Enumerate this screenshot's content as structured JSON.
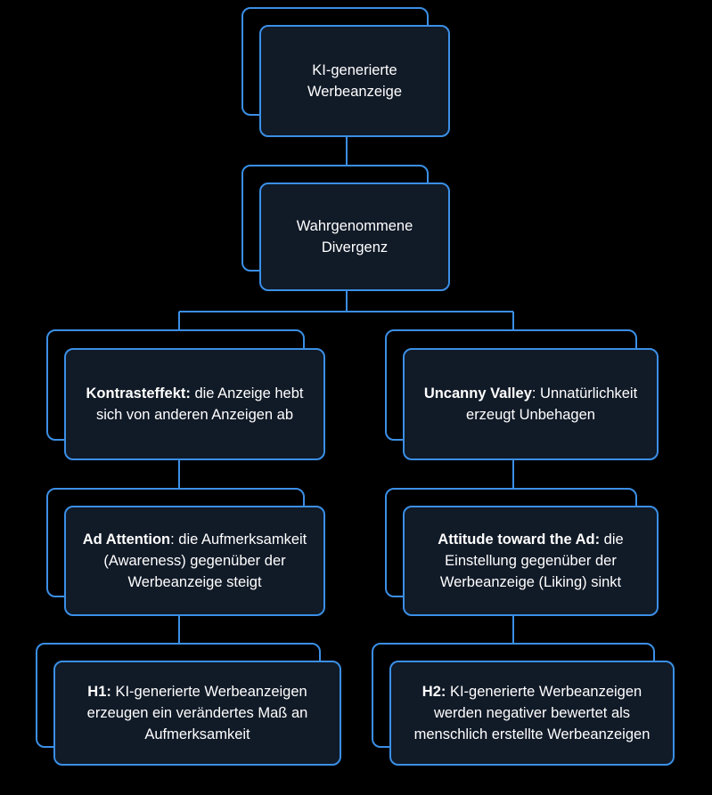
{
  "colors": {
    "background": "#000000",
    "border": "#3b8fe6",
    "card_fill": "#111a27",
    "text": "#ffffff"
  },
  "nodes": {
    "ki_ad": {
      "text": "KI-generierte Werbeanzeige"
    },
    "divergence": {
      "text": "Wahrgenommene Divergenz"
    },
    "contrast": {
      "bold": "Kontrasteffekt:",
      "text": " die Anzeige hebt sich von anderen Anzeigen ab"
    },
    "uncanny": {
      "bold": "Uncanny Valley",
      "text": ": Unnatürlichkeit erzeugt Unbehagen"
    },
    "attention": {
      "bold": "Ad Attention",
      "text": ": die Aufmerksamkeit (Awareness) gegenüber der Werbeanzeige steigt"
    },
    "attitude": {
      "bold": "Attitude toward the Ad:",
      "text": " die Einstellung gegenüber der Werbeanzeige (Liking) sinkt"
    },
    "h1": {
      "bold": "H1:",
      "text": " KI-generierte Werbeanzeigen erzeugen ein verändertes Maß an Aufmerksamkeit"
    },
    "h2": {
      "bold": "H2:",
      "text": " KI-generierte Werbeanzeigen werden negativer bewertet als menschlich erstellte Werbeanzeigen"
    }
  }
}
